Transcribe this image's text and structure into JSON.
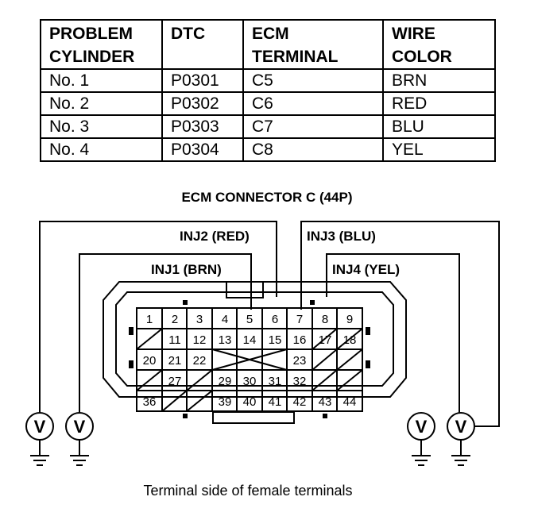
{
  "table": {
    "headers": [
      [
        "PROBLEM",
        "CYLINDER"
      ],
      [
        "DTC"
      ],
      [
        "ECM",
        "TERMINAL"
      ],
      [
        "WIRE",
        "COLOR"
      ]
    ],
    "rows": [
      [
        "No. 1",
        "P0301",
        "C5",
        "BRN"
      ],
      [
        "No. 2",
        "P0302",
        "C6",
        "RED"
      ],
      [
        "No. 3",
        "P0303",
        "C7",
        "BLU"
      ],
      [
        "No. 4",
        "P0304",
        "C8",
        "YEL"
      ]
    ]
  },
  "diagram": {
    "connector_title": "ECM CONNECTOR C (44P)",
    "wire_labels": {
      "inj1": "INJ1 (BRN)",
      "inj2": "INJ2 (RED)",
      "inj3": "INJ3 (BLU)",
      "inj4": "INJ4 (YEL)"
    },
    "meter_symbol": "V",
    "pins": {
      "row1": [
        "1",
        "2",
        "3",
        "4",
        "5",
        "6",
        "7",
        "8",
        "9"
      ],
      "row2": [
        "11",
        "12",
        "13",
        "14",
        "15",
        "16",
        "17",
        "18"
      ],
      "row3": [
        "20",
        "21",
        "22",
        "23"
      ],
      "row4": [
        "27",
        "29",
        "30",
        "31",
        "32"
      ],
      "row5": [
        "36",
        "39",
        "40",
        "41",
        "42",
        "43",
        "44"
      ]
    },
    "caption": "Terminal side of female terminals"
  }
}
